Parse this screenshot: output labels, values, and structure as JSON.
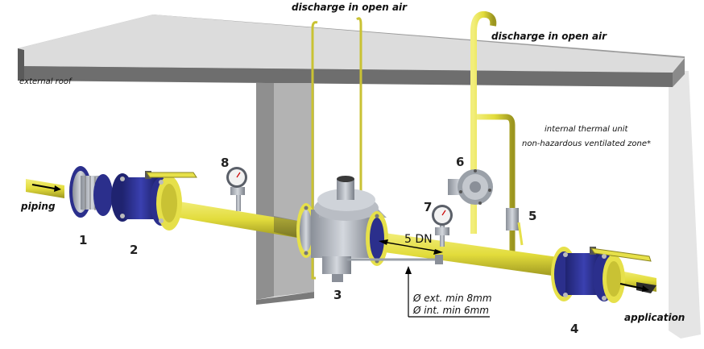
{
  "labels": {
    "discharge_top": "discharge in open air",
    "discharge_right": "discharge in open air",
    "external_roof": "external roof",
    "thermal_unit": "internal thermal unit",
    "zone": "non-hazardous ventilated zone*",
    "piping": "piping",
    "application": "application",
    "dn": "5 DN",
    "ext_diameter": "Ø ext. min 8mm",
    "int_diameter": "Ø int. min 6mm"
  },
  "numbers": {
    "n1": "1",
    "n2": "2",
    "n3": "3",
    "n4": "4",
    "n5": "5",
    "n6": "6",
    "n7": "7",
    "n8": "8"
  },
  "colors": {
    "pipe_yellow": "#e6e04a",
    "flange_blue": "#2b2f8c",
    "wall_gray": "#7f7f7f",
    "roof_gray": "#c8c8c8"
  }
}
